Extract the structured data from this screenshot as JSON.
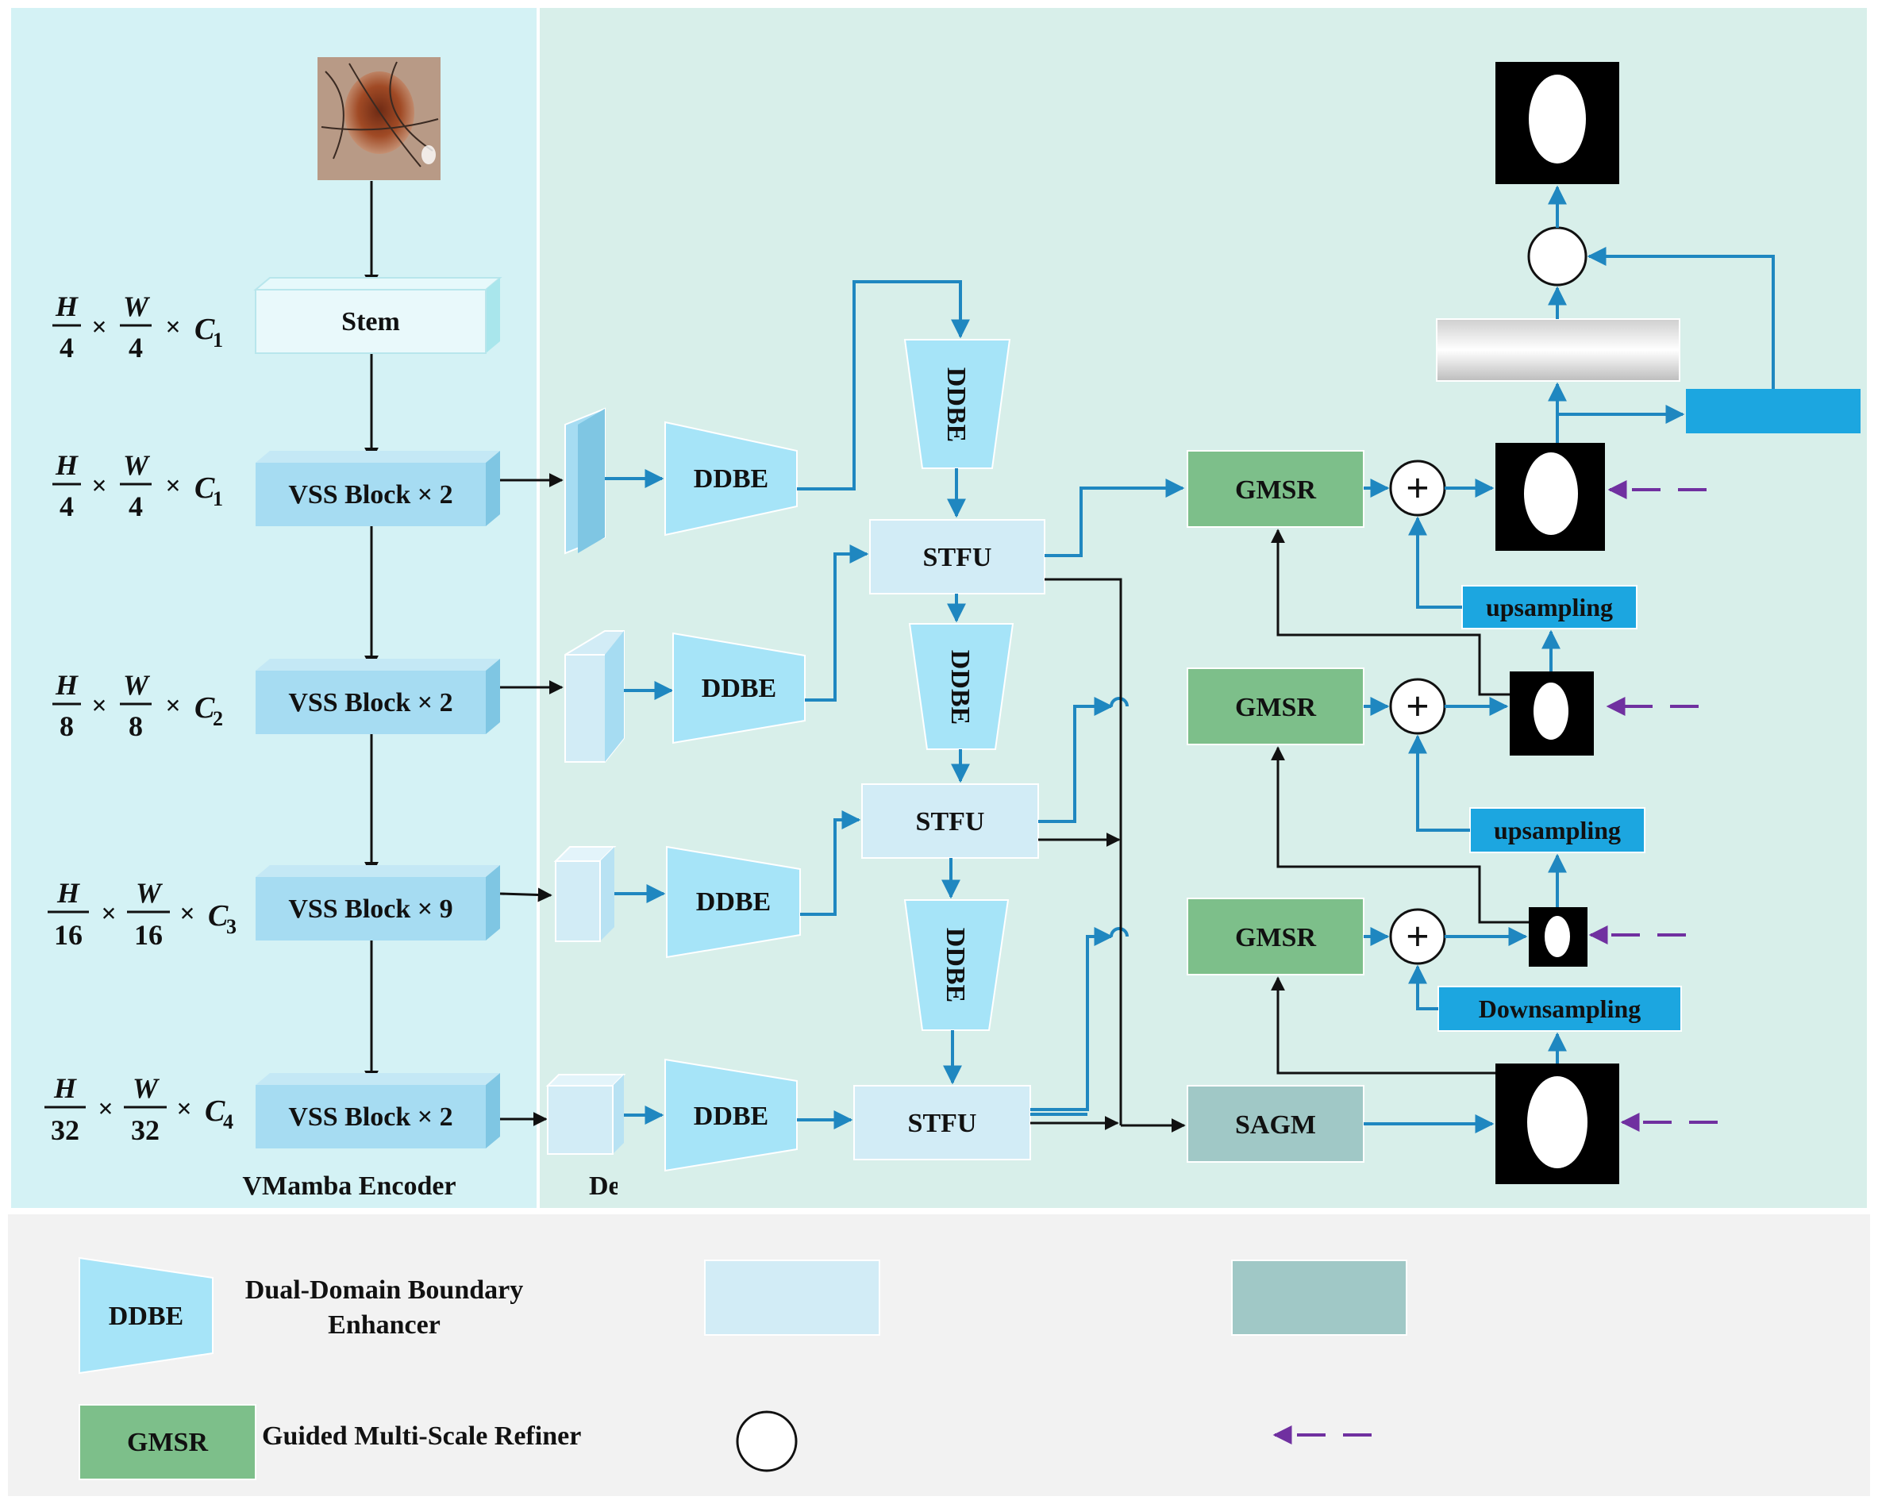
{
  "encoder": {
    "stem": "Stem",
    "blocks": [
      "VSS Block × 2",
      "VSS Block × 2",
      "VSS Block × 9",
      "VSS Block × 2"
    ],
    "dims": [
      {
        "num_h": "H",
        "den_h": "4",
        "num_w": "W",
        "den_w": "4",
        "channel": "C",
        "sub": "1"
      },
      {
        "num_h": "H",
        "den_h": "4",
        "num_w": "W",
        "den_w": "4",
        "channel": "C",
        "sub": "1"
      },
      {
        "num_h": "H",
        "den_h": "8",
        "num_w": "W",
        "den_w": "8",
        "channel": "C",
        "sub": "2"
      },
      {
        "num_h": "H",
        "den_h": "16",
        "num_w": "W",
        "den_w": "16",
        "channel": "C",
        "sub": "3"
      },
      {
        "num_h": "H",
        "den_h": "32",
        "num_w": "W",
        "den_w": "32",
        "channel": "C",
        "sub": "4"
      }
    ],
    "times": "×",
    "label": "VMamba Encoder"
  },
  "decoder": {
    "label_partial": "De",
    "ddbe": "DDBE",
    "stfu": "STFU",
    "gmsr": "GMSR",
    "sagm": "SAGM",
    "upsampling": "upsampling",
    "downsampling": "Downsampling",
    "plus": "+"
  },
  "legend": {
    "ddbe_tag": "DDBE",
    "ddbe_line1": "Dual-Domain Boundary",
    "ddbe_line2": "Enhancer",
    "gmsr_tag": "GMSR",
    "gmsr_desc": "Guided Multi-Scale Refiner"
  },
  "colors": {
    "encoder_bg": "#d4f2f5",
    "decoder_bg": "#d8efea",
    "legend_bg": "#f2f2f2",
    "block_blue": "#a6dcf2",
    "light_blue": "#d2ecf6",
    "gmsr_green": "#7dbf8a",
    "sagm_gray": "#a0c8c6",
    "accent_blue": "#1ca6e0",
    "arrow_blue": "#1f87c0",
    "purple": "#7030a0"
  }
}
